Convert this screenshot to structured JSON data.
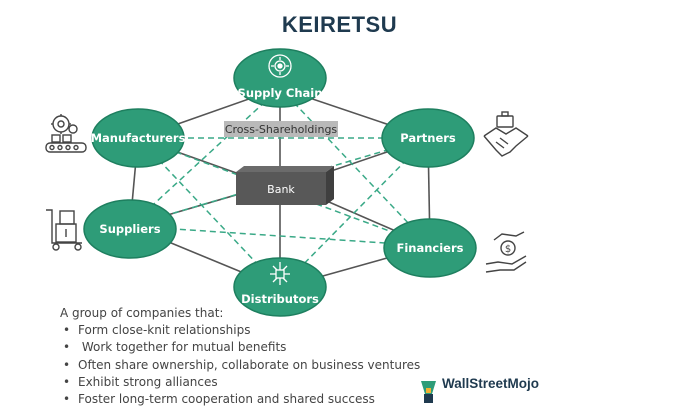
{
  "title": "KEIRETSU",
  "nodes": {
    "supply_chain": "Supply Chain",
    "manufacturers": "Manufacturers",
    "partners": "Partners",
    "suppliers": "Suppliers",
    "financiers": "Financiers",
    "distributors": "Distributors",
    "bank": "Bank",
    "cross": "Cross-Shareholdings"
  },
  "description": {
    "intro": "A group of companies that:",
    "bullets": [
      "Form close-knit relationships",
      " Work together for mutual benefits",
      "Often share ownership, collaborate on business ventures",
      "Exhibit strong alliances",
      "Foster long-term cooperation and shared success"
    ]
  },
  "brand": "WallStreetMojo",
  "colors": {
    "node_fill": "#2e9c78",
    "node_stroke": "#1e7f5f",
    "link": "#555555",
    "dashed": "#3aa987",
    "bank_top": "#6b6b6b",
    "bank_front": "#585858",
    "bank_side": "#3f3f3f",
    "title": "#1f3a4f"
  },
  "icons": [
    "gear-conveyor-icon",
    "handshake-briefcase-icon",
    "hand-truck-boxes-icon",
    "money-hand-icon",
    "network-hub-icon",
    "gear-cycle-icon",
    "wallstreetmojo-logo"
  ]
}
